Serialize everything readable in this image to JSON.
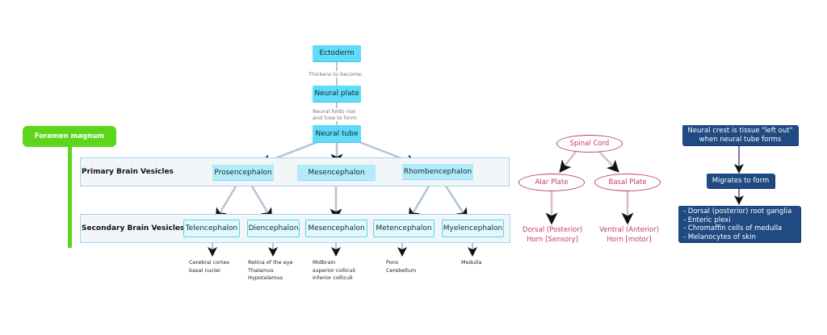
{
  "central": {
    "ectoderm": "Ectoderm",
    "note1": "Thickens to become:",
    "neural_plate": "Neural plate",
    "note2_line1": "Neural folds rise",
    "note2_line2": "and fuse to form:",
    "neural_tube": "Neural tube"
  },
  "foramen": {
    "label": "Foramen magnum",
    "color": "#5cd61a"
  },
  "primary": {
    "label": "Primary Brain Vesicles",
    "items": [
      "Prosencephalon",
      "Mesencephalon",
      "Rhombencephalon"
    ]
  },
  "secondary": {
    "label": "Secondary Brain Vesicles",
    "items": [
      "Telencephalon",
      "Diencephalon",
      "Mesencephalon",
      "Metencephalon",
      "Myelencephalon"
    ]
  },
  "derivatives": [
    "Cerebral cortex\nbasal nuclei",
    "Retina of the eye\nThalamus\nHypotalamus",
    "Midbrain\nsuperior colliculi\ninferior colliculi",
    "Pons\nCerebellum",
    "Medulla"
  ],
  "spinal": {
    "root": "Spinal Cord",
    "alar": "Alar Plate",
    "basal": "Basal Plate",
    "dorsal_line1": "Dorsal (Posterior)",
    "dorsal_line2": "Horn [Sensory]",
    "ventral_line1": "Ventral (Anterior)",
    "ventral_line2": "Horn [motor]",
    "color": "#c03a6e"
  },
  "crest": {
    "line1": "Neural crest is tissue \"left out\"",
    "line2": "when neural tube forms",
    "migrates": "Migrates to form",
    "items": [
      "- Dorsal (posterior) root ganglia",
      "- Enteric plexi",
      "- Chromaffin cells of medulla",
      "- Melanocytes of skin"
    ],
    "color": "#1f4a82"
  }
}
